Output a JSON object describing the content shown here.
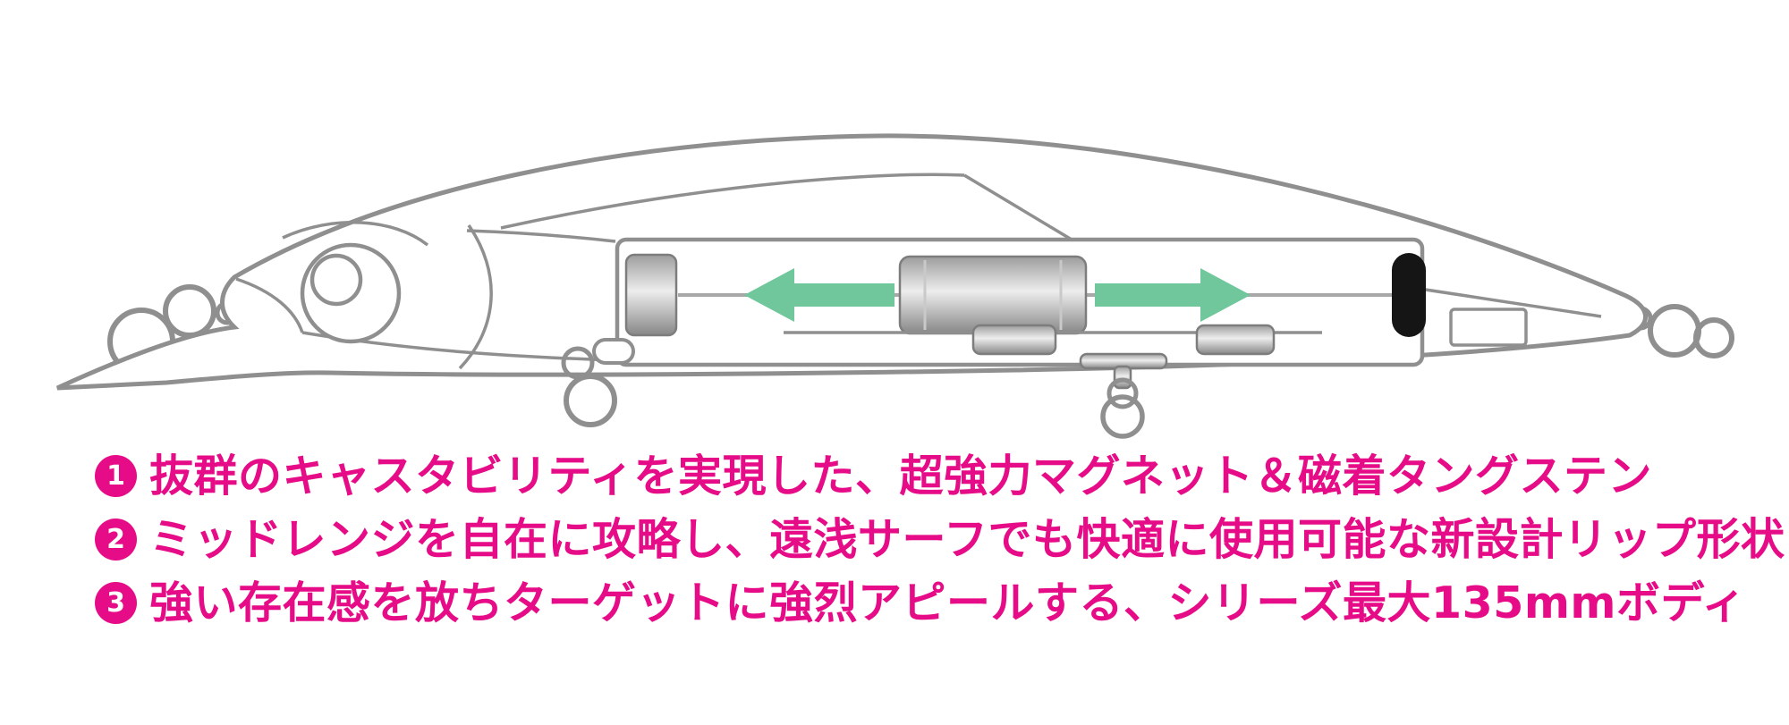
{
  "colors": {
    "accent_pink": "#e60b86",
    "arrow_green": "#6fc79b",
    "outline_gray": "#8f8f8f",
    "tungsten_black": "#151515"
  },
  "diagram": {
    "subject": "minnow-lure-cutaway",
    "parts": [
      "lure-body",
      "diving-lip",
      "eye",
      "weight-chamber",
      "moving-magnet-weight",
      "weight-travel-arrows",
      "tungsten-ballast",
      "front-split-ring",
      "belly-split-ring",
      "rear-hook-hanger",
      "tail-split-ring"
    ]
  },
  "features": [
    {
      "num": "1",
      "text": "抜群のキャスタビリティを実現した、超強力マグネット＆磁着タングステン"
    },
    {
      "num": "2",
      "text": "ミッドレンジを自在に攻略し、遠浅サーフでも快適に使用可能な新設計リップ形状"
    },
    {
      "num": "3",
      "text": "強い存在感を放ちターゲットに強烈アピールする、シリーズ最大135mmボディ"
    }
  ]
}
